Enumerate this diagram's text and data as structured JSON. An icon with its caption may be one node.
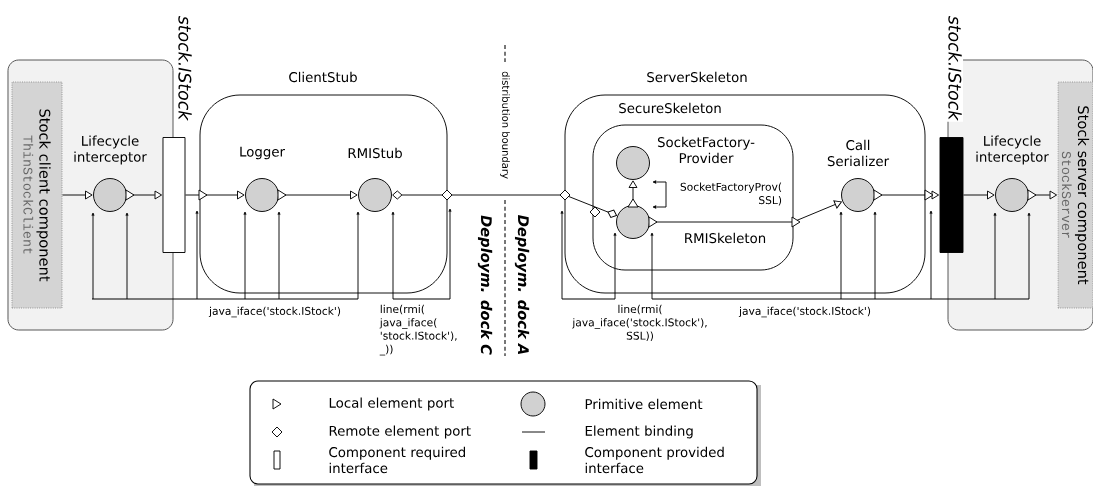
{
  "diagram": {
    "nodes": [
      {
        "text": [],
        "shape": "box"
      },
      {
        "text": [
          "Stock client component",
          "ThinStockClient"
        ],
        "in": 0
      },
      {
        "text": [
          "Lifecycle interceptor"
        ],
        "in": 0
      },
      {
        "text": [
          "stock.IStock"
        ]
      },
      {
        "text": [
          "ClientStub"
        ]
      },
      {
        "text": [
          "Logger"
        ],
        "in": 4
      },
      {
        "text": [
          "RMIStub"
        ],
        "in": 4
      },
      {
        "text": [
          "ServerSkeleton"
        ]
      },
      {
        "text": [
          "SecureSkeleton"
        ],
        "in": 7
      },
      {
        "text": [
          "SocketFactory-Provider"
        ],
        "in": 8
      },
      {
        "text": [
          "RMISkeleton"
        ],
        "in": 8
      },
      {
        "text": [
          "Call Serializer"
        ],
        "in": 7
      },
      {
        "text": [
          "stock.IStock"
        ]
      },
      {
        "text": [],
        "shape": "box"
      },
      {
        "text": [
          "Lifecycle interceptor"
        ],
        "in": 13
      },
      {
        "text": [
          "Stock server component",
          "StockServer"
        ],
        "in": 13
      },
      {
        "text": [],
        "shape": "bar",
        "beside": [
          "java_iface('stock.IStock')"
        ]
      },
      {
        "text": [],
        "shape": "bar",
        "beside": [
          "line(rmi( java_iface( 'stock.IStock'), _))"
        ]
      },
      {
        "text": [],
        "shape": "bar",
        "beside": [
          "line(rmi( java_iface('stock.IStock'), SSL))"
        ]
      },
      {
        "text": [],
        "shape": "bar",
        "beside": [
          "java_iface('stock.IStock')"
        ]
      }
    ],
    "edges": [
      {
        "from": 1,
        "to": 2,
        "arrow": "to"
      },
      {
        "from": 2,
        "to": 3,
        "arrow": "to"
      },
      {
        "from": 3,
        "to": 5,
        "arrow": "to"
      },
      {
        "from": 5,
        "to": 6,
        "arrow": "to"
      },
      {
        "from": 6,
        "to": 10,
        "arrow": "other"
      },
      {
        "from": 10,
        "to": 9,
        "arrow": "to",
        "label": "SocketFactoryProv( SSL)"
      },
      {
        "from": 10,
        "to": 11,
        "arrow": "to"
      },
      {
        "from": 11,
        "to": 12,
        "arrow": "to"
      },
      {
        "from": 12,
        "to": 14,
        "arrow": "to"
      },
      {
        "from": 14,
        "to": 15,
        "arrow": "to"
      },
      {
        "from": 16,
        "to": 2,
        "arrow": "to"
      },
      {
        "from": 16,
        "to": 2,
        "arrow": "to"
      },
      {
        "from": 16,
        "to": 4,
        "arrow": "to"
      },
      {
        "from": 16,
        "to": 5,
        "arrow": "to"
      },
      {
        "from": 16,
        "to": 5,
        "arrow": "to"
      },
      {
        "from": 16,
        "to": 6,
        "arrow": "to"
      },
      {
        "from": 17,
        "to": 6,
        "arrow": "to"
      },
      {
        "from": 17,
        "to": 4,
        "arrow": "to"
      },
      {
        "from": 18,
        "to": 7,
        "arrow": "to"
      },
      {
        "from": 18,
        "to": 10,
        "arrow": "to"
      },
      {
        "from": 19,
        "to": 10,
        "arrow": "to"
      },
      {
        "from": 19,
        "to": 11,
        "arrow": "to"
      },
      {
        "from": 19,
        "to": 11,
        "arrow": "to"
      },
      {
        "from": 19,
        "to": 7,
        "arrow": "to"
      },
      {
        "from": 19,
        "to": 14,
        "arrow": "to"
      },
      {
        "from": 19,
        "to": 14,
        "arrow": "to"
      }
    ],
    "labels": [
      "distribution boundary",
      "Deploym. dock C",
      "Deploym. dock A"
    ],
    "legend": [
      {
        "text": "Local element port"
      },
      {
        "text": "Primitive element"
      },
      {
        "text": "Remote element port"
      },
      {
        "text": "Element binding"
      },
      {
        "text": "Component required interface"
      },
      {
        "text": "Component provided interface"
      }
    ]
  }
}
